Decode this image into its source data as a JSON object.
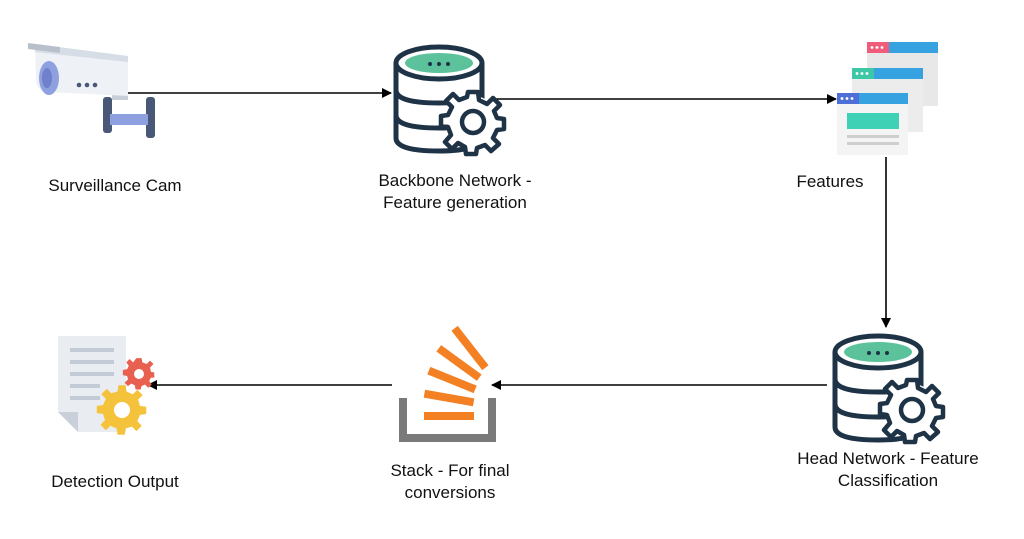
{
  "nodes": {
    "camera": {
      "label": "Surveillance Cam",
      "icon": "security-camera-icon"
    },
    "backbone": {
      "line1": "Backbone Network -",
      "line2": "Feature generation",
      "icon": "database-gear-icon"
    },
    "features": {
      "label": "Features",
      "icon": "browser-windows-stack-icon"
    },
    "head": {
      "line1": "Head Network - Feature",
      "line2": "Classification",
      "icon": "database-gear-icon"
    },
    "stack": {
      "line1": "Stack - For final",
      "line2": "conversions",
      "icon": "stack-overflow-icon"
    },
    "output": {
      "label": "Detection Output",
      "icon": "document-gears-icon"
    }
  },
  "colors": {
    "navy": "#1f3347",
    "teal": "#5cc29c",
    "stack_orange": "#f48024",
    "stack_gray": "#7a7a7a",
    "gear_red": "#e8604f",
    "gear_yellow": "#f5c33b",
    "cam_blue": "#8fa0e0",
    "arrow": "#000000"
  }
}
